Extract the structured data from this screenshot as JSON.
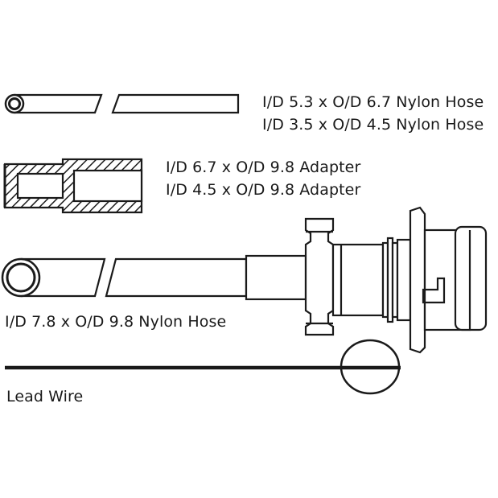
{
  "labels": {
    "hose_small_line1": "I/D 5.3 x O/D 6.7 Nylon Hose",
    "hose_small_line2": "I/D 3.5 x O/D 4.5 Nylon Hose",
    "adapter_line1": "I/D 6.7 x O/D 9.8 Adapter",
    "adapter_line2": "I/D 4.5 x O/D 9.8 Adapter",
    "hose_large": "I/D 7.8 x O/D 9.8 Nylon Hose",
    "lead_wire": "Lead  Wire"
  },
  "colors": {
    "stroke": "#1a1a1a",
    "background": "#ffffff"
  }
}
